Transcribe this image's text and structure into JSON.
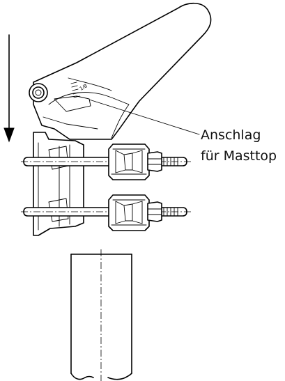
{
  "annotation": {
    "line1": "Anschlag",
    "line2": "für Masttop"
  },
  "scale_mark": "1/8"
}
